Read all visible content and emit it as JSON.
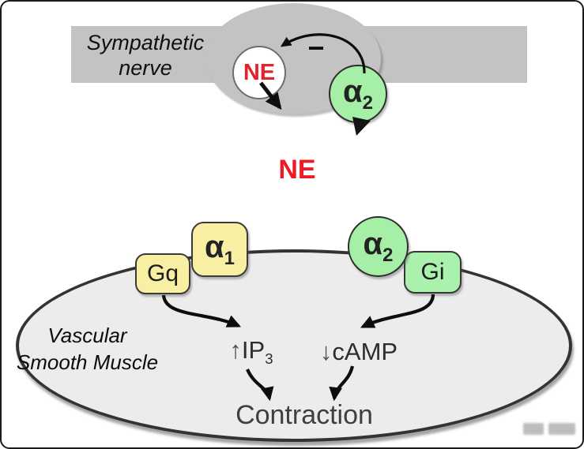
{
  "nerve_section": {
    "label_line1": "Sympathetic",
    "label_line2": "nerve",
    "vesicle_label": "NE",
    "receptor_base": "α",
    "receptor_sub": "2",
    "inhibition_sign": "−"
  },
  "mediator": {
    "label": "NE"
  },
  "muscle_section": {
    "label_line1": "Vascular",
    "label_line2": "Smooth Muscle",
    "gq_label": "Gq",
    "alpha1_base": "α",
    "alpha1_sub": "1",
    "alpha2_base": "α",
    "alpha2_sub": "2",
    "gi_label": "Gi",
    "ip3_arrow": "↑",
    "ip3_text": "IP",
    "ip3_sub": "3",
    "camp_arrow": "↓",
    "camp_text": "cAMP",
    "contraction_label": "Contraction"
  },
  "colors": {
    "nerve_gray": "#c3c3c3",
    "muscle_gray": "#ececec",
    "receptor_green": "#a6efa7",
    "g_protein_yellow": "#f8efa2",
    "ne_red": "#ed1c24",
    "outline_dark": "#333333"
  }
}
